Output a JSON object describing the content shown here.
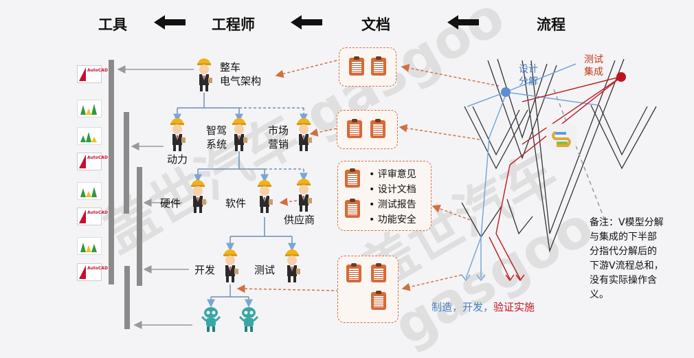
{
  "headers": [
    "工具",
    "工程师",
    "文档",
    "流程"
  ],
  "engineers": {
    "vehicle_ee": "整车\n电气架构",
    "power": "动力",
    "adas": "智驾\n系统",
    "marketing": "市场\n营销",
    "hardware": "硬件",
    "software": "软件",
    "supplier": "供应商",
    "develop": "开发",
    "test": "测试"
  },
  "doc_bullets": [
    "评审意见",
    "设计文档",
    "测试报告",
    "功能安全"
  ],
  "vprocess": {
    "design_decompose": "设计\n分解",
    "test_integrate": "测试\n集成"
  },
  "bottom_label": {
    "part1": "制造，开发，",
    "part2": "验证实施"
  },
  "note": "备注：V模型分解与集成的下半部分指代分解后的下游V流程总和，没有实际操作含义。",
  "tool_labels": {
    "autocad": "AutoCAD"
  },
  "watermark": "盖世汽车 gasgoo",
  "colors": {
    "doc_arrow": "#d0703f",
    "blue_line": "#7aa6d6",
    "red_line": "#c0222a",
    "design_node": "#5b8fd1",
    "test_node": "#c0141c",
    "design_text": "#4a7fc0",
    "test_text": "#c0391c"
  },
  "icons": [
    "engineer-icon",
    "robot-icon",
    "document-icon",
    "autocad-icon",
    "graph-icon",
    "arrow-left-icon"
  ]
}
